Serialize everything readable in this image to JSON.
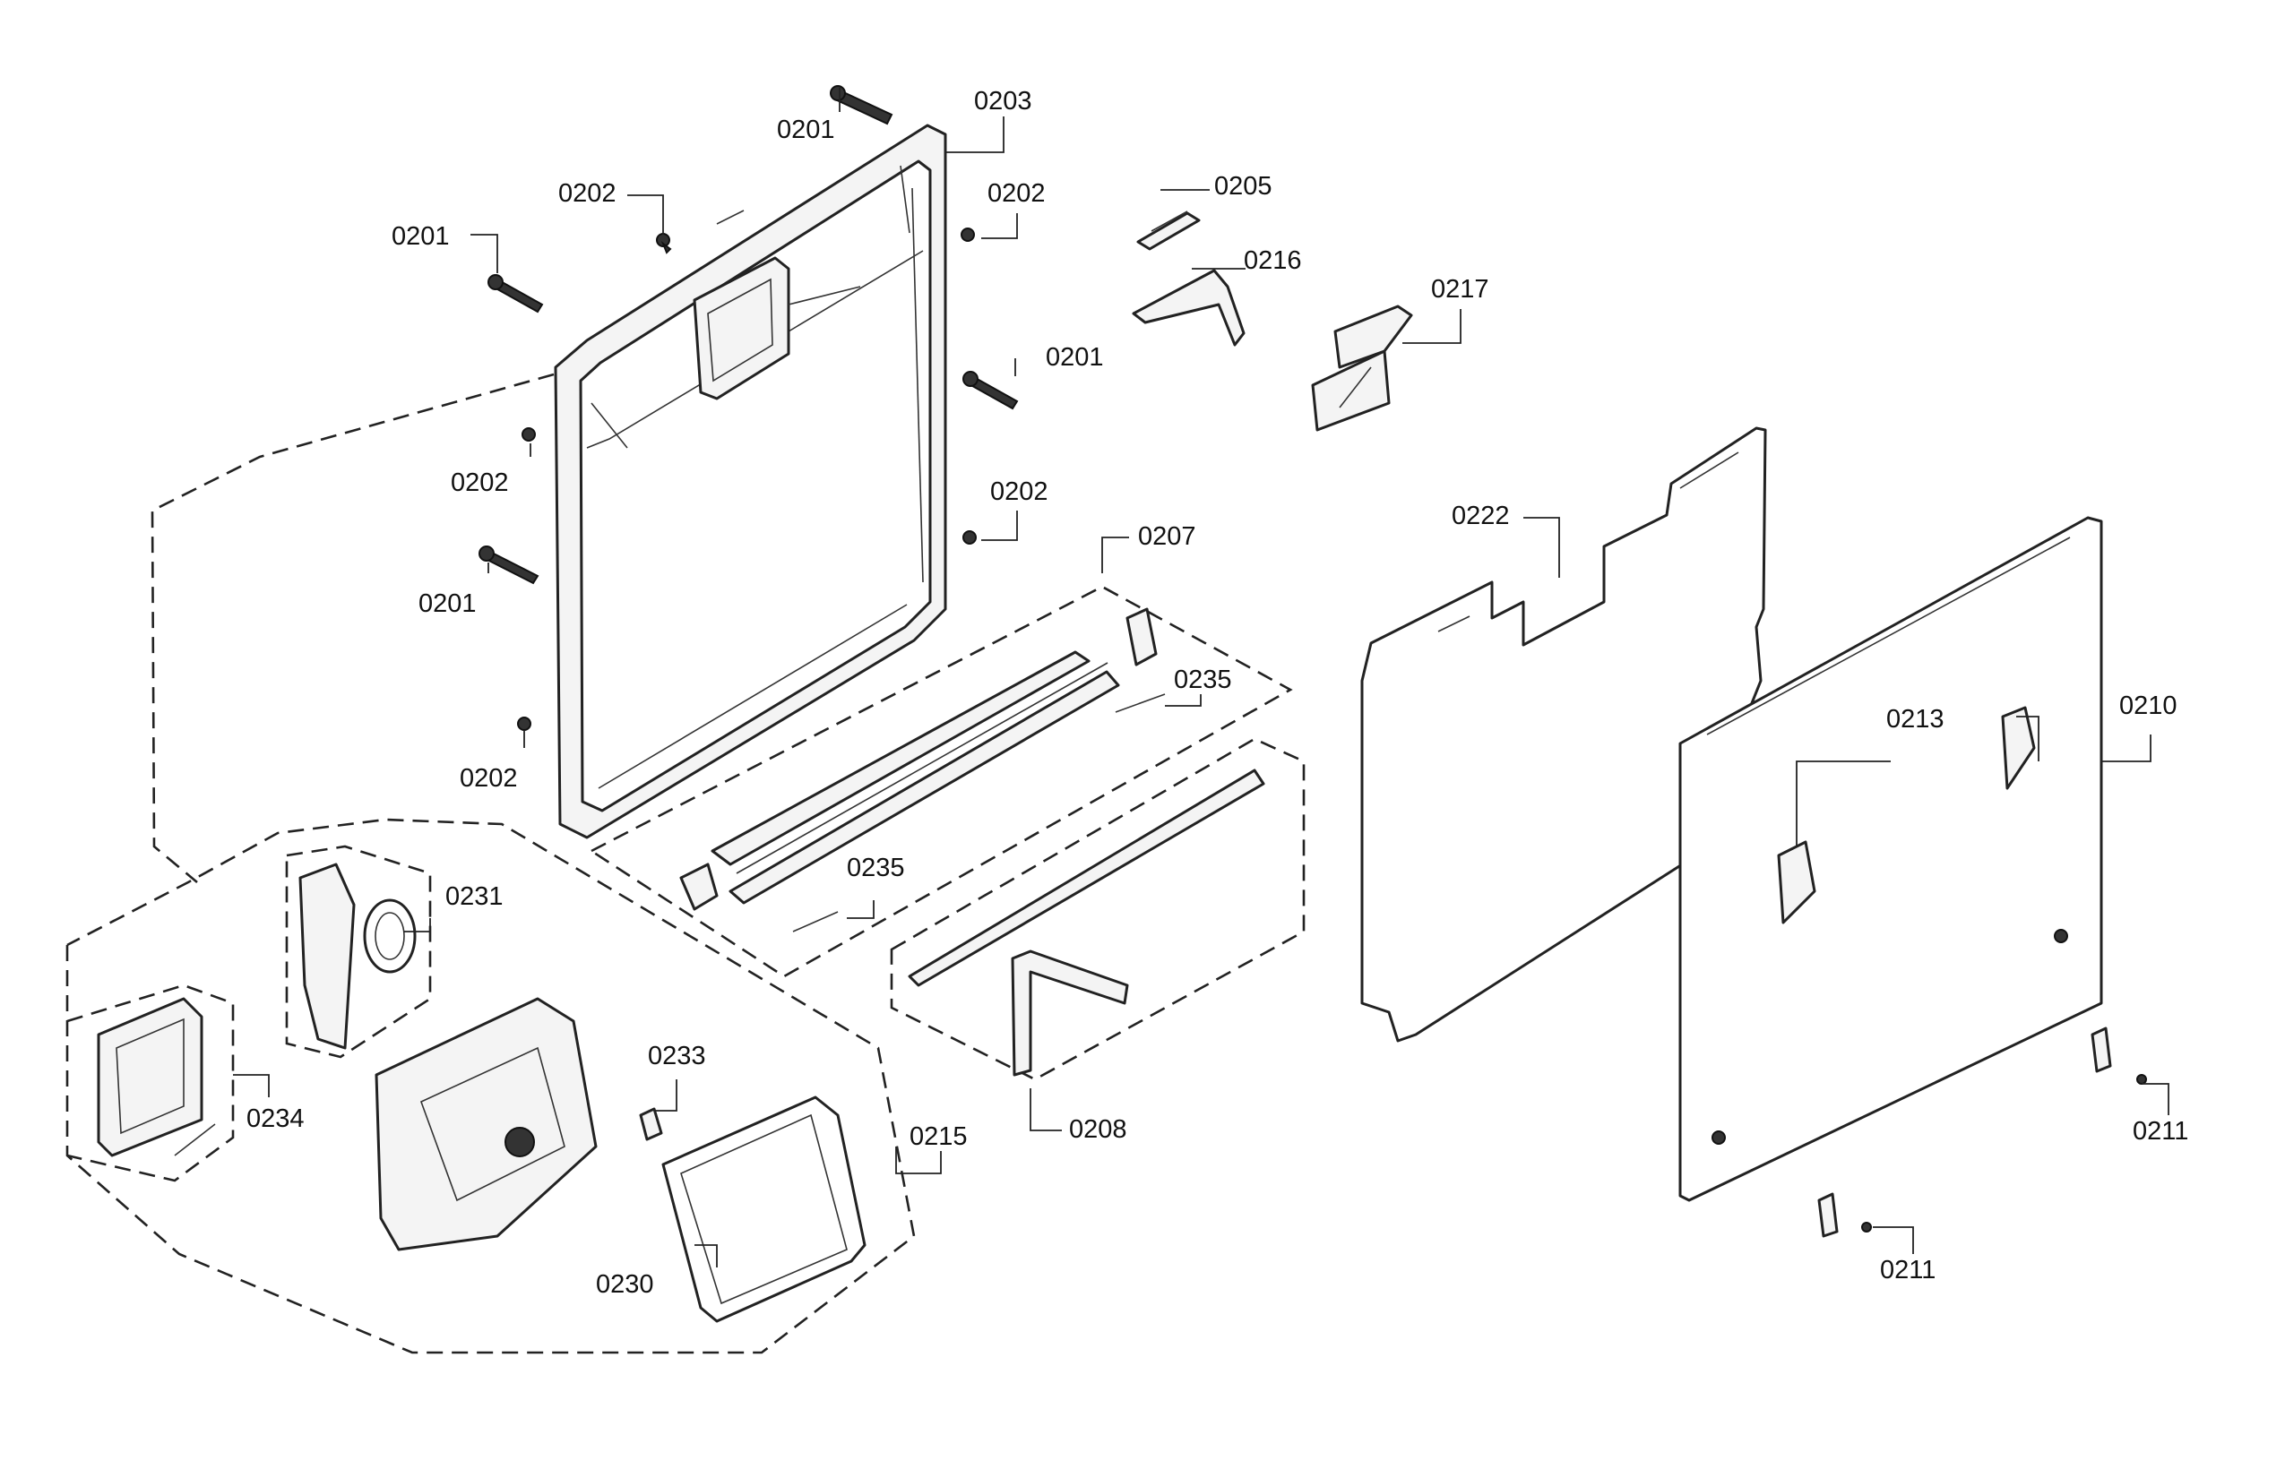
{
  "diagram": {
    "callouts": [
      {
        "id": "c-0201-top",
        "text": "0201"
      },
      {
        "id": "c-0203",
        "text": "0203"
      },
      {
        "id": "c-0202-top",
        "text": "0202"
      },
      {
        "id": "c-0202-right",
        "text": "0202"
      },
      {
        "id": "c-0201-left",
        "text": "0201"
      },
      {
        "id": "c-0205",
        "text": "0205"
      },
      {
        "id": "c-0216",
        "text": "0216"
      },
      {
        "id": "c-0217",
        "text": "0217"
      },
      {
        "id": "c-0201-right",
        "text": "0201"
      },
      {
        "id": "c-0202-left",
        "text": "0202"
      },
      {
        "id": "c-0202-mid",
        "text": "0202"
      },
      {
        "id": "c-0222",
        "text": "0222"
      },
      {
        "id": "c-0207",
        "text": "0207"
      },
      {
        "id": "c-0201-lower",
        "text": "0201"
      },
      {
        "id": "c-0235-top",
        "text": "0235"
      },
      {
        "id": "c-0210",
        "text": "0210"
      },
      {
        "id": "c-0213",
        "text": "0213"
      },
      {
        "id": "c-0202-bottom",
        "text": "0202"
      },
      {
        "id": "c-0235-bottom",
        "text": "0235"
      },
      {
        "id": "c-0231",
        "text": "0231"
      },
      {
        "id": "c-0233",
        "text": "0233"
      },
      {
        "id": "c-0234",
        "text": "0234"
      },
      {
        "id": "c-0208",
        "text": "0208"
      },
      {
        "id": "c-0211-right",
        "text": "0211"
      },
      {
        "id": "c-0215",
        "text": "0215"
      },
      {
        "id": "c-0211-bottom",
        "text": "0211"
      },
      {
        "id": "c-0230",
        "text": "0230"
      }
    ]
  }
}
